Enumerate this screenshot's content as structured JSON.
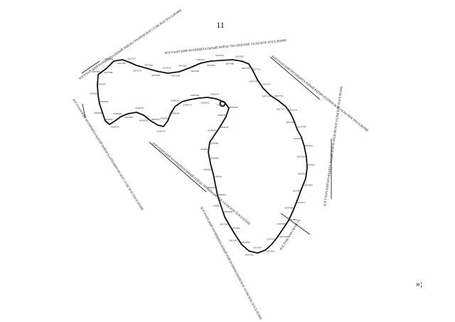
{
  "page": {
    "number": "11",
    "trailing_mark": "»;"
  },
  "map": {
    "region_labels": [
      "БОГУЧАРСКИЙ МУНИЦИПАЛЬНЫЙ РАЙОН ТЕПЛЕНСКОЕ СЕЛЬСКОЕ ПОСЕЛЕНИЕ",
      "БОГУЧАРСКИЙ МУНИЦИПАЛЬНЫЙ РАЙОН ГУБАРЕВСКОЕ СЕЛЬСКОЕ ПОСЕЛЕНИЕ",
      "БОГУЧАРСКИЙ МУНИЦИПАЛЬНЫЙ РАЙОН РАДЧЕНСКОЕ СЕЛЬСКОЕ ПОСЕЛЕНИЕ",
      "БОГУЧАРСКИЙ МУНИЦИПАЛЬНЫЙ РАЙОН КАНТЕМИРОВСКОЕ СЕЛЬСКОЕ ПОСЕЛЕНИЕ",
      "БОГУЧАРСКИЙ МУНИЦИПАЛЬНЫЙ РАЙОН ЛИТВИНОВСКОЕ СЕЛЬСКОЕ ПОСЕЛЕНИЕ",
      "БОГУЧАРСКИЙ МУНИЦИПАЛЬНЫЙ РАЙОН ПЕРВОМАЙСКОЕ СЕЛЬСКОЕ ПОСЕЛЕНИЕ",
      "БОГУЧАРСКИЙ МУНИЦИПАЛЬНЫЙ РАЙОН МЕДОВСКОЕ СЕЛЬСКОЕ ПОСЕЛЕНИЕ",
      "РОСТОВСКАЯ ОБЛАСТЬ"
    ],
    "point_labels": [
      "0207508",
      "0207538",
      "0207585",
      "0207560",
      "0207570",
      "0207578",
      "0207592",
      "0207605",
      "0207610",
      "0207628",
      "0207633",
      "0207648",
      "0207657",
      "0207662",
      "0207674",
      "0207680",
      "0207695",
      "0207701",
      "0207719",
      "0207726",
      "0207737",
      "0207748",
      "0207752",
      "0207761",
      "0207775",
      "0207780",
      "0207794",
      "0207802",
      "0207815",
      "0207829",
      "0207836",
      "0207841",
      "0207858",
      "0207863",
      "0207877",
      "0207884",
      "0207896",
      "0207905",
      "0207911",
      "0207926",
      "0207933",
      "0207947",
      "0207952",
      "0207968",
      "0207975",
      "0207983",
      "0207990",
      "0208004",
      "0208013",
      "0208021",
      "0208037",
      "0208046",
      "0208052",
      "0208069",
      "0208071",
      "0208088",
      "0208094",
      "0208105",
      "0208112",
      "0208128",
      "0208133",
      "0208147",
      "0208151",
      "0208166",
      "0208174",
      "0208182",
      "0208190",
      "0208209",
      "0208215",
      "0208223",
      "0208238",
      "0208241",
      "0208257",
      "0208265",
      "0208276",
      "0208284",
      "0208299",
      "0208300",
      "0208318",
      "0208327"
    ]
  }
}
